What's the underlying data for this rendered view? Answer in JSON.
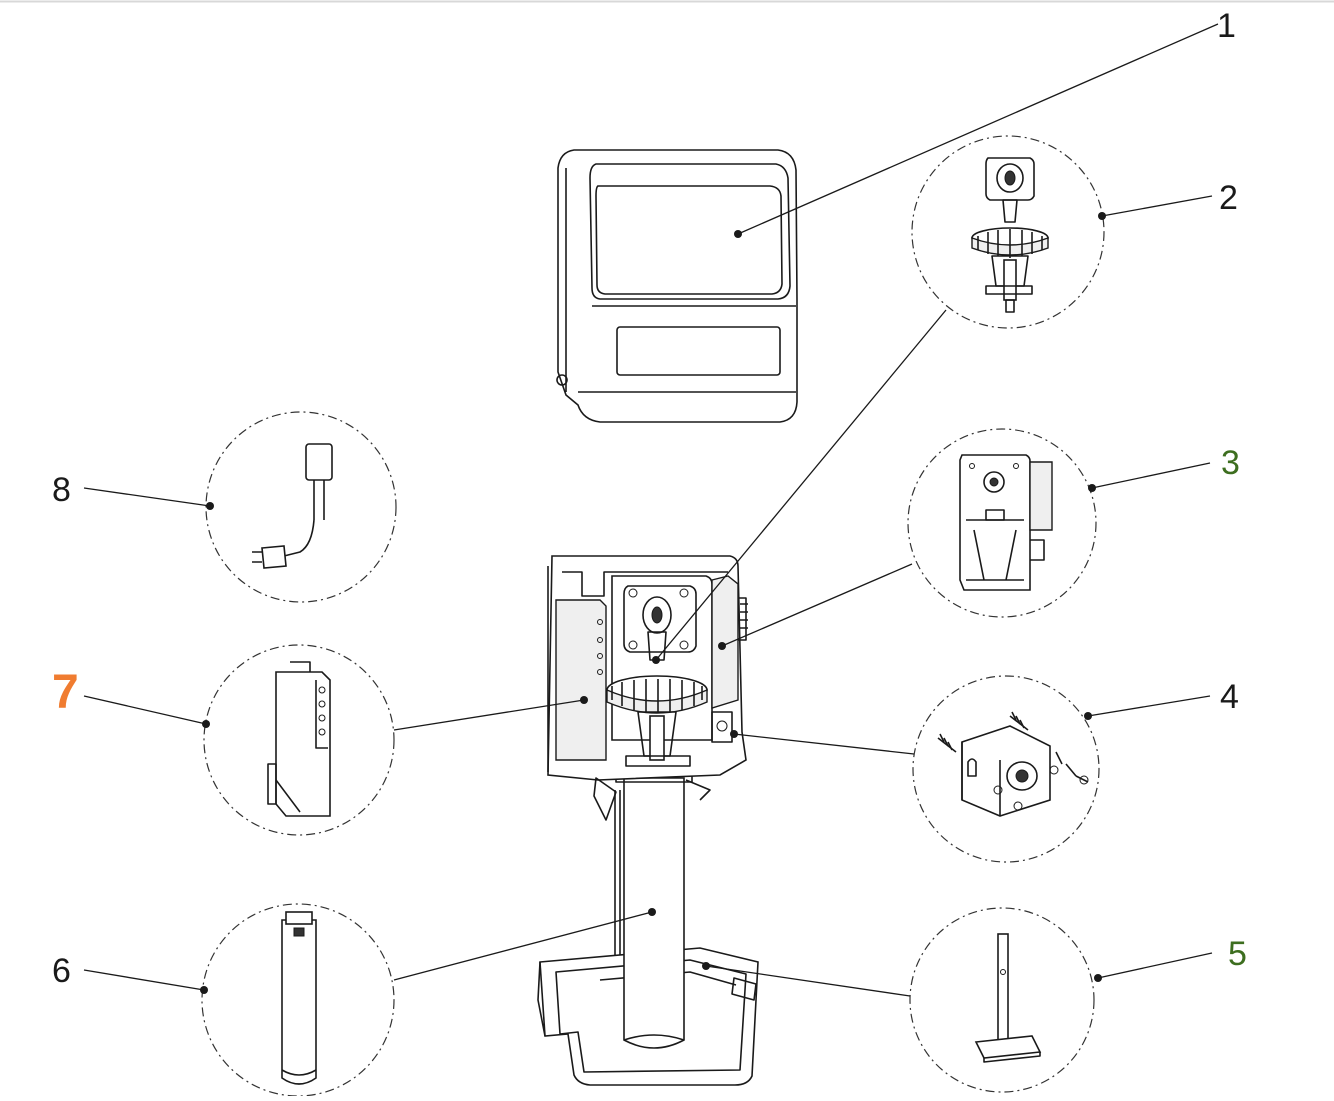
{
  "callouts": [
    {
      "id": "1",
      "label": "1",
      "color": "#1a1a1a"
    },
    {
      "id": "2",
      "label": "2",
      "color": "#1a1a1a"
    },
    {
      "id": "3",
      "label": "3",
      "color": "#3d6e1f"
    },
    {
      "id": "4",
      "label": "4",
      "color": "#1a1a1a"
    },
    {
      "id": "5",
      "label": "5",
      "color": "#3d6e1f"
    },
    {
      "id": "6",
      "label": "6",
      "color": "#1a1a1a"
    },
    {
      "id": "7",
      "label": "7",
      "color": "#f07c30"
    },
    {
      "id": "8",
      "label": "8",
      "color": "#1a1a1a"
    }
  ]
}
